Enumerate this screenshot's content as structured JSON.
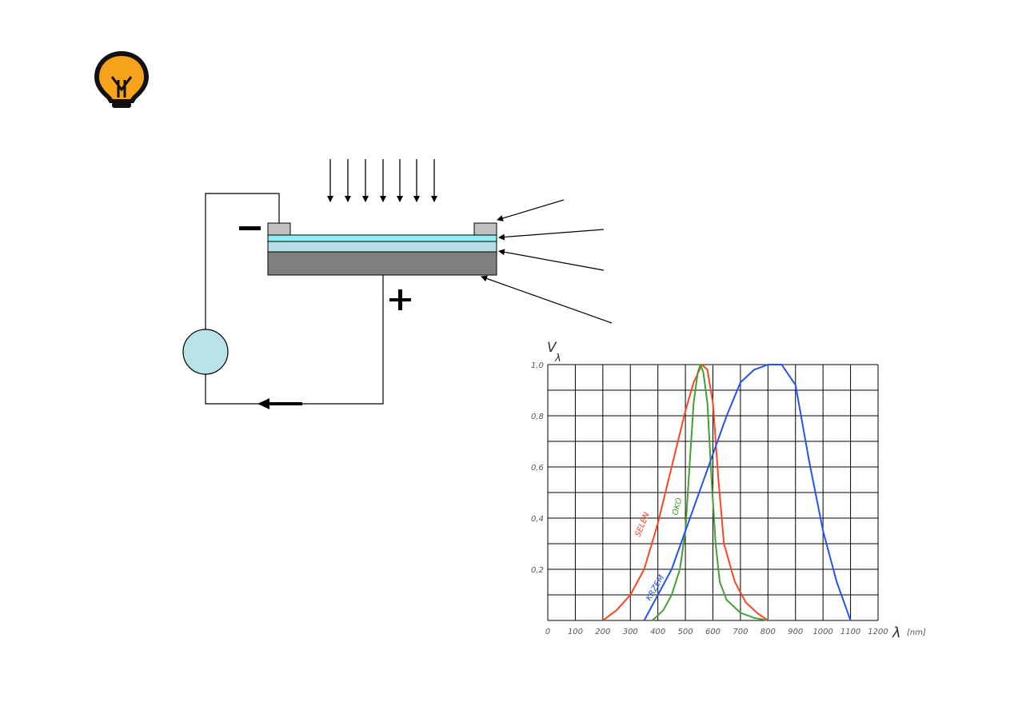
{
  "diagram": {
    "polarity": {
      "minus": "−",
      "plus": "+"
    },
    "bulb_icon": "lightbulb-icon",
    "colors": {
      "bulb": "#f7a21b",
      "electrode": "#c0c0c0",
      "layer_top": "#8ff0f4",
      "layer_mid": "#b7dde6",
      "substrate": "#808080",
      "meter": "#b9e3e6"
    }
  },
  "chart_data": {
    "type": "line",
    "xlabel": "λ",
    "xunit": "[nm]",
    "ylabel_v": "V",
    "ylabel_sub": "λ",
    "xlim": [
      0,
      1200
    ],
    "ylim": [
      0,
      1.0
    ],
    "x_ticks": [
      "0",
      "100",
      "200",
      "300",
      "400",
      "500",
      "600",
      "700",
      "800",
      "900",
      "1000",
      "1100",
      "1200"
    ],
    "y_ticks": [
      "0,2",
      "0,4",
      "0,6",
      "0,8",
      "1,0"
    ],
    "grid": true,
    "series": [
      {
        "name": "SELEN",
        "color": "#ff4422",
        "x": [
          200,
          250,
          300,
          350,
          400,
          450,
          500,
          530,
          560,
          580,
          600,
          620,
          640,
          680,
          720,
          760,
          800
        ],
        "y": [
          0.0,
          0.04,
          0.1,
          0.2,
          0.38,
          0.6,
          0.82,
          0.93,
          1.0,
          0.98,
          0.85,
          0.55,
          0.3,
          0.15,
          0.07,
          0.03,
          0.0
        ]
      },
      {
        "name": "OKO",
        "color": "#44a033",
        "x": [
          380,
          420,
          450,
          480,
          500,
          515,
          530,
          545,
          555,
          565,
          580,
          595,
          610,
          625,
          650,
          700,
          750,
          800
        ],
        "y": [
          0.0,
          0.04,
          0.1,
          0.2,
          0.35,
          0.6,
          0.85,
          0.97,
          1.0,
          0.97,
          0.85,
          0.55,
          0.3,
          0.15,
          0.08,
          0.03,
          0.01,
          0.0
        ]
      },
      {
        "name": "KRZEM",
        "color": "#2255ee",
        "x": [
          350,
          400,
          450,
          500,
          550,
          600,
          650,
          700,
          750,
          800,
          850,
          900,
          950,
          1000,
          1050,
          1100
        ],
        "y": [
          0.0,
          0.1,
          0.2,
          0.35,
          0.5,
          0.65,
          0.8,
          0.93,
          0.98,
          1.0,
          1.0,
          0.92,
          0.62,
          0.35,
          0.15,
          0.0
        ]
      }
    ]
  }
}
